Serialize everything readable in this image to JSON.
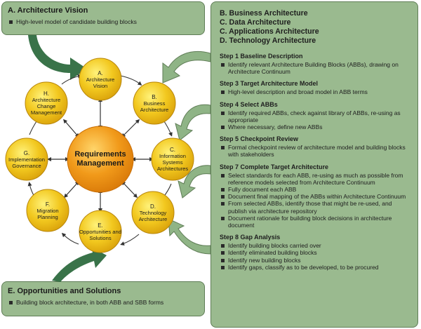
{
  "panel_a": {
    "title": "A. Architecture Vision",
    "bullets": [
      "High-level model of candidate building blocks"
    ]
  },
  "panel_e": {
    "title": "E. Opportunities and Solutions",
    "bullets": [
      "Building block architecture, in both ABB and SBB forms"
    ]
  },
  "panel_right": {
    "arch_titles": [
      "B. Business Architecture",
      "C. Data Architecture",
      "C. Applications Architecture",
      "D. Technology Architecture"
    ],
    "steps": [
      {
        "title": "Step 1 Baseline Description",
        "bullets": [
          "Identify relevant Architecture Building Blocks (ABBs), drawing on Architecture Continuum"
        ]
      },
      {
        "title": "Step 3 Target Architecture Model",
        "bullets": [
          "High-level description and broad model in ABB terms"
        ]
      },
      {
        "title": "Step 4 Select ABBs",
        "bullets": [
          "Identify required ABBs, check against library of ABBs, re-using as appropriate",
          "Where necessary, define new ABBs"
        ]
      },
      {
        "title": "Step 5 Checkpoint Review",
        "bullets": [
          "Formal checkpoint review of architecture model and building blocks with stakeholders"
        ]
      },
      {
        "title": "Step 7 Complete Target Architecture",
        "bullets": [
          "Select standards for each ABB, re-using as much as possible from reference models selected from Architecture Continuum",
          "Fully document each ABB",
          "Document final mapping of the ABBs within Architecture Continuum",
          "From selected ABBs, identify those that might be re-used, and publish via architecture repository",
          "Document rationale for building block decisions in architecture document"
        ]
      },
      {
        "title": "Step 8 Gap Analysis",
        "bullets": [
          "Identify building blocks carried over",
          "Identify eliminated building blocks",
          "Identify new building blocks",
          "Identify gaps, classify as to be developed, to be procured"
        ]
      }
    ]
  },
  "cycle": {
    "center": "Requirements Management",
    "phases": [
      {
        "letter": "A.",
        "name": "Architecture Vision"
      },
      {
        "letter": "B.",
        "name": "Business Architecture"
      },
      {
        "letter": "C.",
        "name": "Information Systems Architectures"
      },
      {
        "letter": "D.",
        "name": "Technology Architecture"
      },
      {
        "letter": "E.",
        "name": "Opportunities and Solutions"
      },
      {
        "letter": "F.",
        "name": "Migration Planning"
      },
      {
        "letter": "G.",
        "name": "Implementation Governance"
      },
      {
        "letter": "H.",
        "name": "Architecture Change Management"
      }
    ]
  },
  "colors": {
    "panel_fill": "#9aba8f",
    "panel_border": "#5f7d56",
    "phase_circle": "#f2c81f",
    "center_circle": "#f19a1a",
    "arrow_green": "#2e6b3f"
  }
}
